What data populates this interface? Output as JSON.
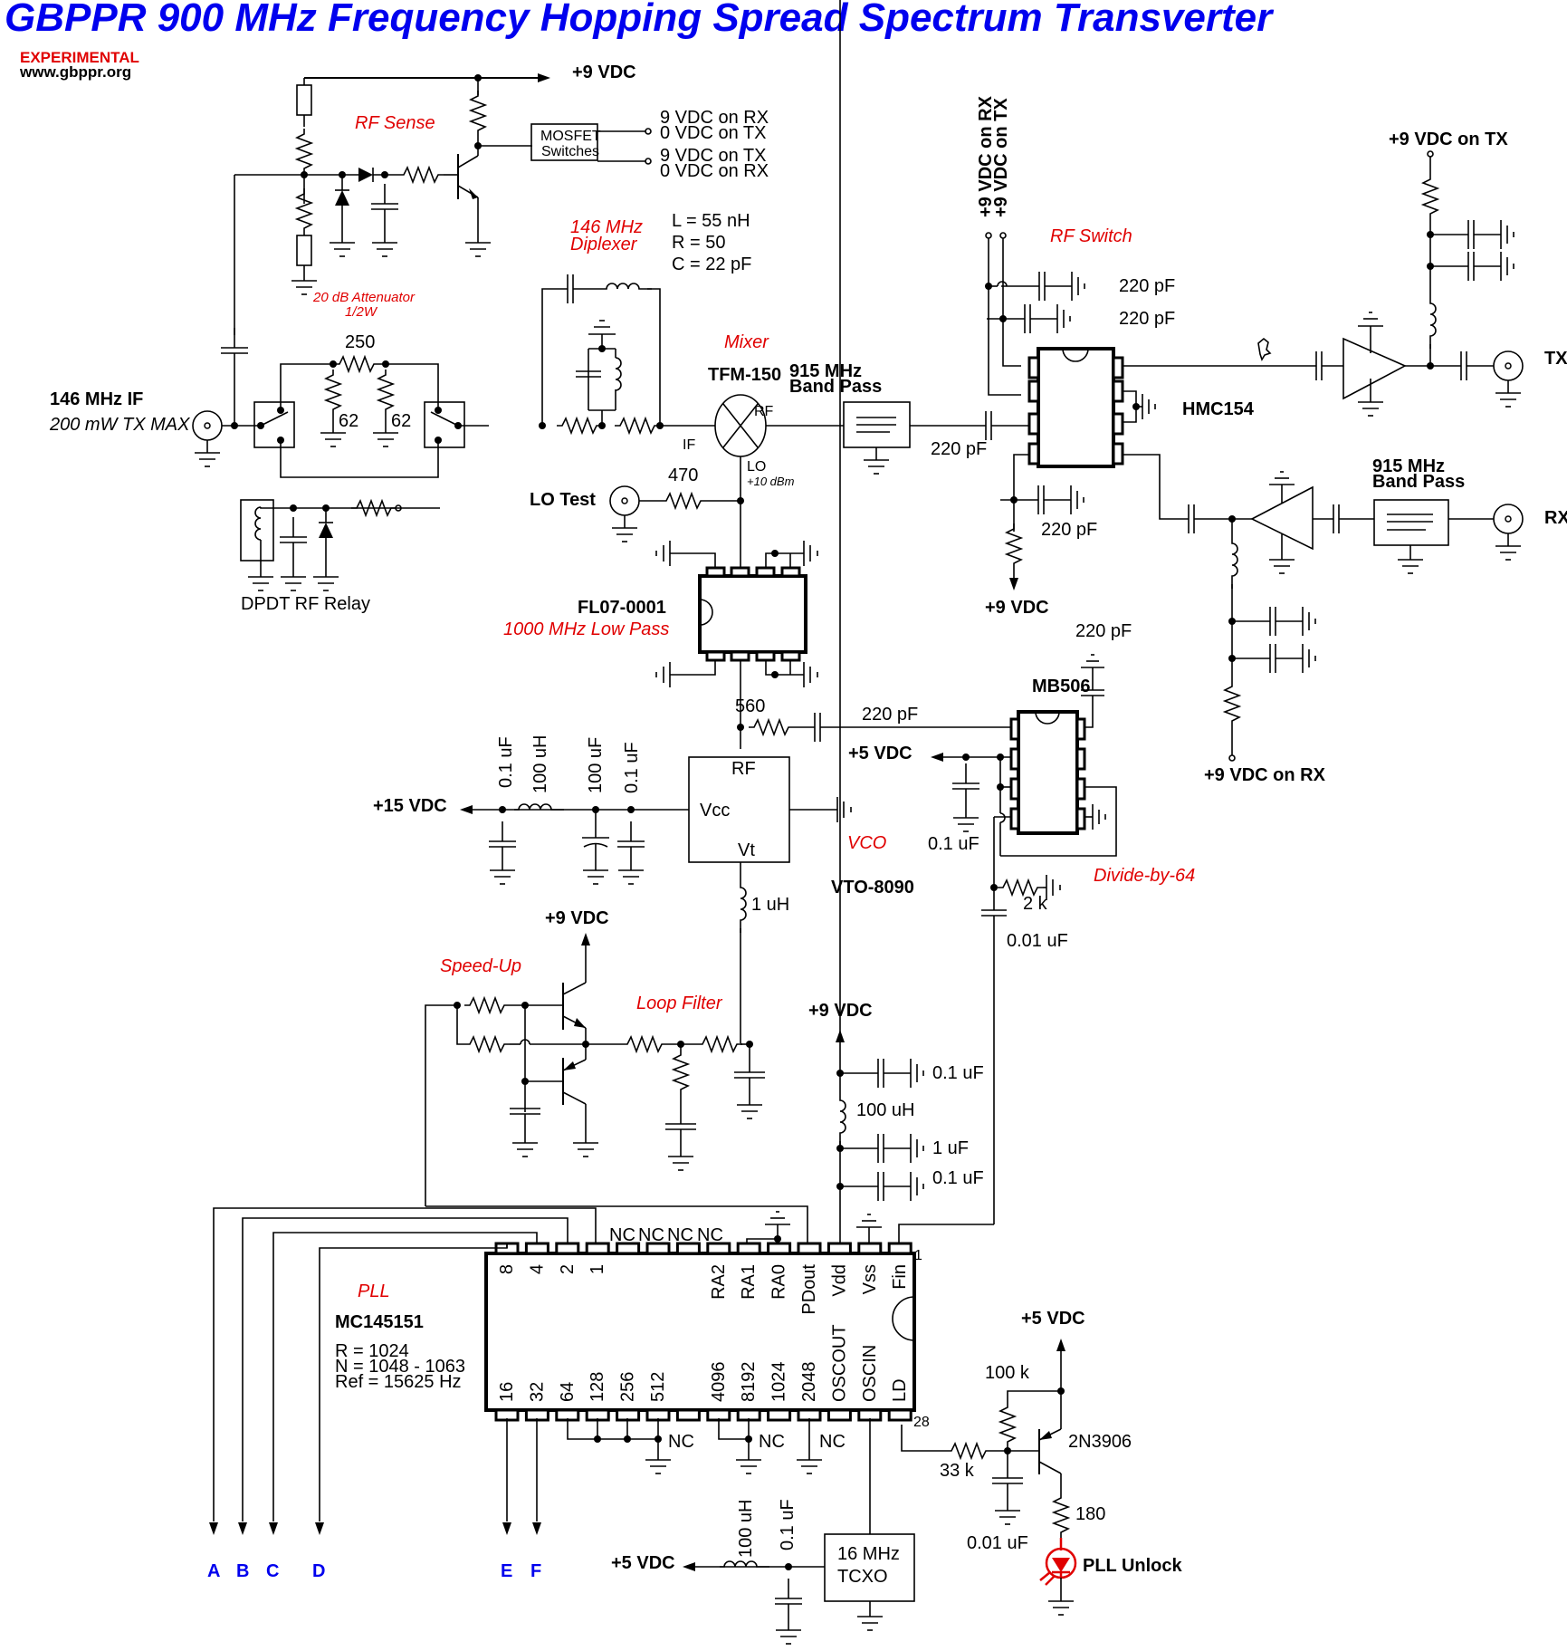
{
  "title": "GBPPR 900 MHz Frequency Hopping Spread Spectrum Transverter",
  "badge": "EXPERIMENTAL",
  "website": "www.gbppr.org",
  "colors": {
    "title": "#0000ee",
    "annotation": "#e00000",
    "wire": "#000000",
    "port": "#0000ee"
  },
  "rf_sense": {
    "label": "RF Sense",
    "supply": "+9 VDC",
    "mosfet": [
      "MOSFET",
      "Switches"
    ],
    "out1": [
      "9 VDC on RX",
      "0 VDC on TX"
    ],
    "out2": [
      "9 VDC on TX",
      "0 VDC on RX"
    ]
  },
  "if_input": {
    "label": "146 MHz IF",
    "note": "200 mW TX MAX"
  },
  "attenuator": {
    "label": "20 dB Attenuator",
    "power": "1/2W",
    "r_series": "250",
    "r_shunt1": "62",
    "r_shunt2": "62"
  },
  "relay": {
    "label": "DPDT RF Relay"
  },
  "diplexer": {
    "label1": "146 MHz",
    "label2": "Diplexer",
    "values": [
      "L = 55 nH",
      "R = 50",
      "C = 22 pF"
    ]
  },
  "mixer": {
    "label": "Mixer",
    "part": "TFM-150",
    "port_rf": "RF",
    "port_if": "IF",
    "port_lo": "LO",
    "lo_level": "+10 dBm"
  },
  "lo_test": {
    "label": "LO Test",
    "resistor": "470"
  },
  "bpf_tx": {
    "line1": "915 MHz",
    "line2": "Band Pass",
    "cap": "220 pF"
  },
  "rf_switch": {
    "label": "RF Switch",
    "part": "HMC154",
    "ctrl1": "+9 VDC on RX",
    "ctrl2": "+9 VDC on TX",
    "caps": [
      "220 pF",
      "220 pF",
      "220 pF"
    ],
    "supply": "+9 VDC"
  },
  "tx_chain": {
    "supply": "+9 VDC on TX",
    "port": "TX"
  },
  "rx_chain": {
    "bpf_line1": "915 MHz",
    "bpf_line2": "Band Pass",
    "port": "RX",
    "supply": "+9 VDC on RX"
  },
  "lpf": {
    "part": "FL07-0001",
    "label": "1000 MHz Low Pass"
  },
  "vco": {
    "label": "VCO",
    "part": "VTO-8090",
    "pin_rf": "RF",
    "pin_vcc": "Vcc",
    "pin_vt": "Vt",
    "r_coupling": "560",
    "c_coupling": "220 pF",
    "supply": "+15 VDC",
    "filter": [
      "0.1 uF",
      "100 uH",
      "100 uF",
      "0.1 uF"
    ],
    "tune_inductor": "1 uH"
  },
  "prescaler": {
    "part": "MB506",
    "label": "Divide-by-64",
    "cap_top": "220 pF",
    "supply": "+5 VDC",
    "cap_supply": "0.1 uF",
    "r_out": "2 k",
    "c_out": "0.01 uF"
  },
  "speed_up": {
    "label": "Speed-Up",
    "supply": "+9 VDC"
  },
  "loop_filter": {
    "label": "Loop Filter"
  },
  "pll_supply": {
    "supply": "+9 VDC",
    "caps": [
      "0.1 uF",
      "1 uF",
      "0.1 uF"
    ],
    "inductor": "100 uH"
  },
  "pll": {
    "label": "PLL",
    "part": "MC145151",
    "params": [
      "R = 1024",
      "N = 1048 - 1063",
      "Ref = 15625 Hz"
    ],
    "top_pins": [
      "8",
      "4",
      "2",
      "1",
      "",
      "",
      "",
      "RA2",
      "RA1",
      "RA0",
      "PDout",
      "Vdd",
      "Vss",
      "Fin"
    ],
    "nc_top": [
      "NC",
      "NC",
      "NC",
      "NC"
    ],
    "bottom_pins": [
      "16",
      "32",
      "64",
      "128",
      "256",
      "512",
      "",
      "4096",
      "8192",
      "1024",
      "2048",
      "OSCOUT",
      "OSCIN",
      "LD"
    ],
    "nc_bottom": [
      "NC",
      "NC",
      "NC"
    ],
    "pin1": "1",
    "pin28": "28"
  },
  "tcxo": {
    "line1": "16 MHz",
    "line2": "TCXO",
    "supply": "+5 VDC",
    "inductor": "100 uH",
    "cap": "0.1 uF"
  },
  "unlock": {
    "supply": "+5 VDC",
    "r_base": "100 k",
    "r_series": "33 k",
    "cap": "0.01 uF",
    "transistor": "2N3906",
    "r_led": "180",
    "led": "PLL Unlock"
  },
  "ports": [
    "A",
    "B",
    "C",
    "D",
    "E",
    "F"
  ]
}
